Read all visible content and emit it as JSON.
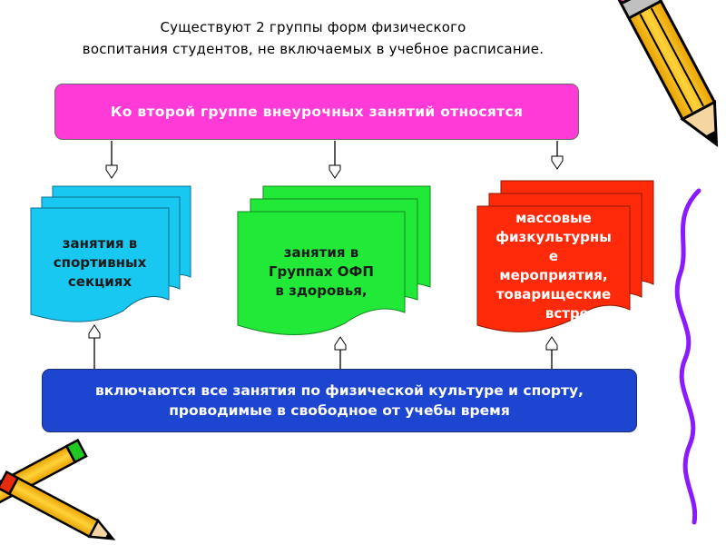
{
  "intro": {
    "line1": "Существуют 2 группы форм  физического",
    "line2": "воспитания студентов, не включаемых в учебное расписание."
  },
  "top_box": {
    "text": "Ко второй группе внеурочных занятий относятся",
    "color": "#ff3ad6"
  },
  "bottom_box": {
    "line1": "включаются все занятия по физической культуре и спорту,",
    "line2": "проводимые в свободное от учебы время",
    "color": "#1c46d0"
  },
  "docs": [
    {
      "lines": [
        "занятия в",
        "спортивных",
        "секциях"
      ],
      "color": "#18c8f0",
      "text_color": "#1a1a1a"
    },
    {
      "lines": [
        "занятия в",
        "Группах ОФП",
        "в здоровья,"
      ],
      "color": "#22e838",
      "text_color": "#1a1a1a"
    },
    {
      "lines": [
        "массовые",
        "физкультурны",
        "е",
        "мероприятия,",
        "товарищеские",
        "встреч"
      ],
      "color": "#ff2a0a",
      "text_color": "#ffffff"
    }
  ]
}
